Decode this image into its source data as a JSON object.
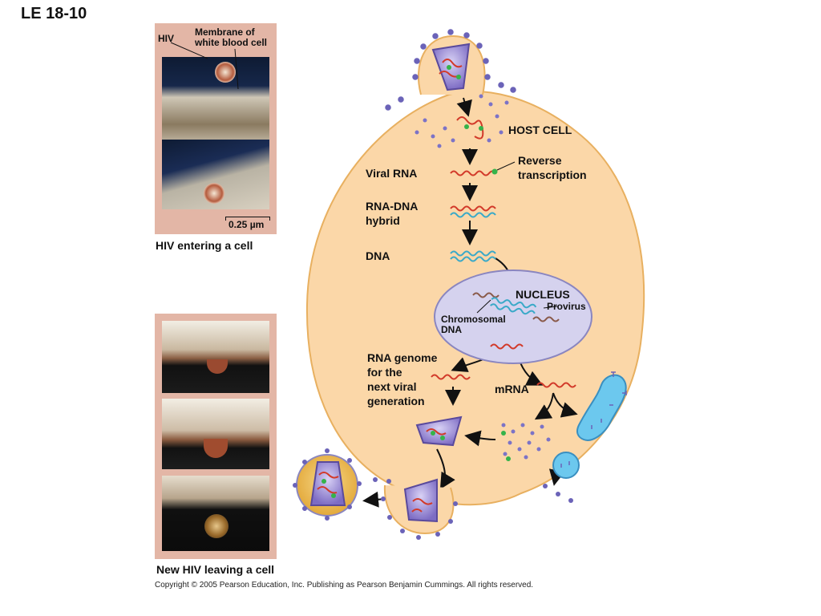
{
  "title": "LE 18-10",
  "entering": {
    "label_hiv": "HIV",
    "label_membrane": "Membrane of\nwhite blood cell",
    "scale_bar": "0.25 µm",
    "caption": "HIV entering a cell"
  },
  "leaving": {
    "caption": "New HIV leaving a cell"
  },
  "diagram": {
    "host_cell": "HOST CELL",
    "viral_rna": "Viral RNA",
    "reverse_transcription": "Reverse\ntranscription",
    "rna_dna_hybrid": "RNA-DNA\nhybrid",
    "dna": "DNA",
    "nucleus": "NUCLEUS",
    "provirus": "Provirus",
    "chromosomal_dna": "Chromosomal\nDNA",
    "rna_genome": "RNA genome\nfor the\nnext viral\ngeneration",
    "mrna": "mRNA"
  },
  "colors": {
    "panel": "#e3b6a6",
    "cell": "#fbd7a8",
    "cell_border": "#e8b060",
    "nucleus": "#d5d2ee",
    "rna": "#d23a2a",
    "dna": "#3aa9c8",
    "capsid": "#8a7bd0",
    "vesicle": "#6cc8ee"
  },
  "copyright": "Copyright © 2005 Pearson Education, Inc. Publishing as Pearson Benjamin Cummings. All rights reserved."
}
